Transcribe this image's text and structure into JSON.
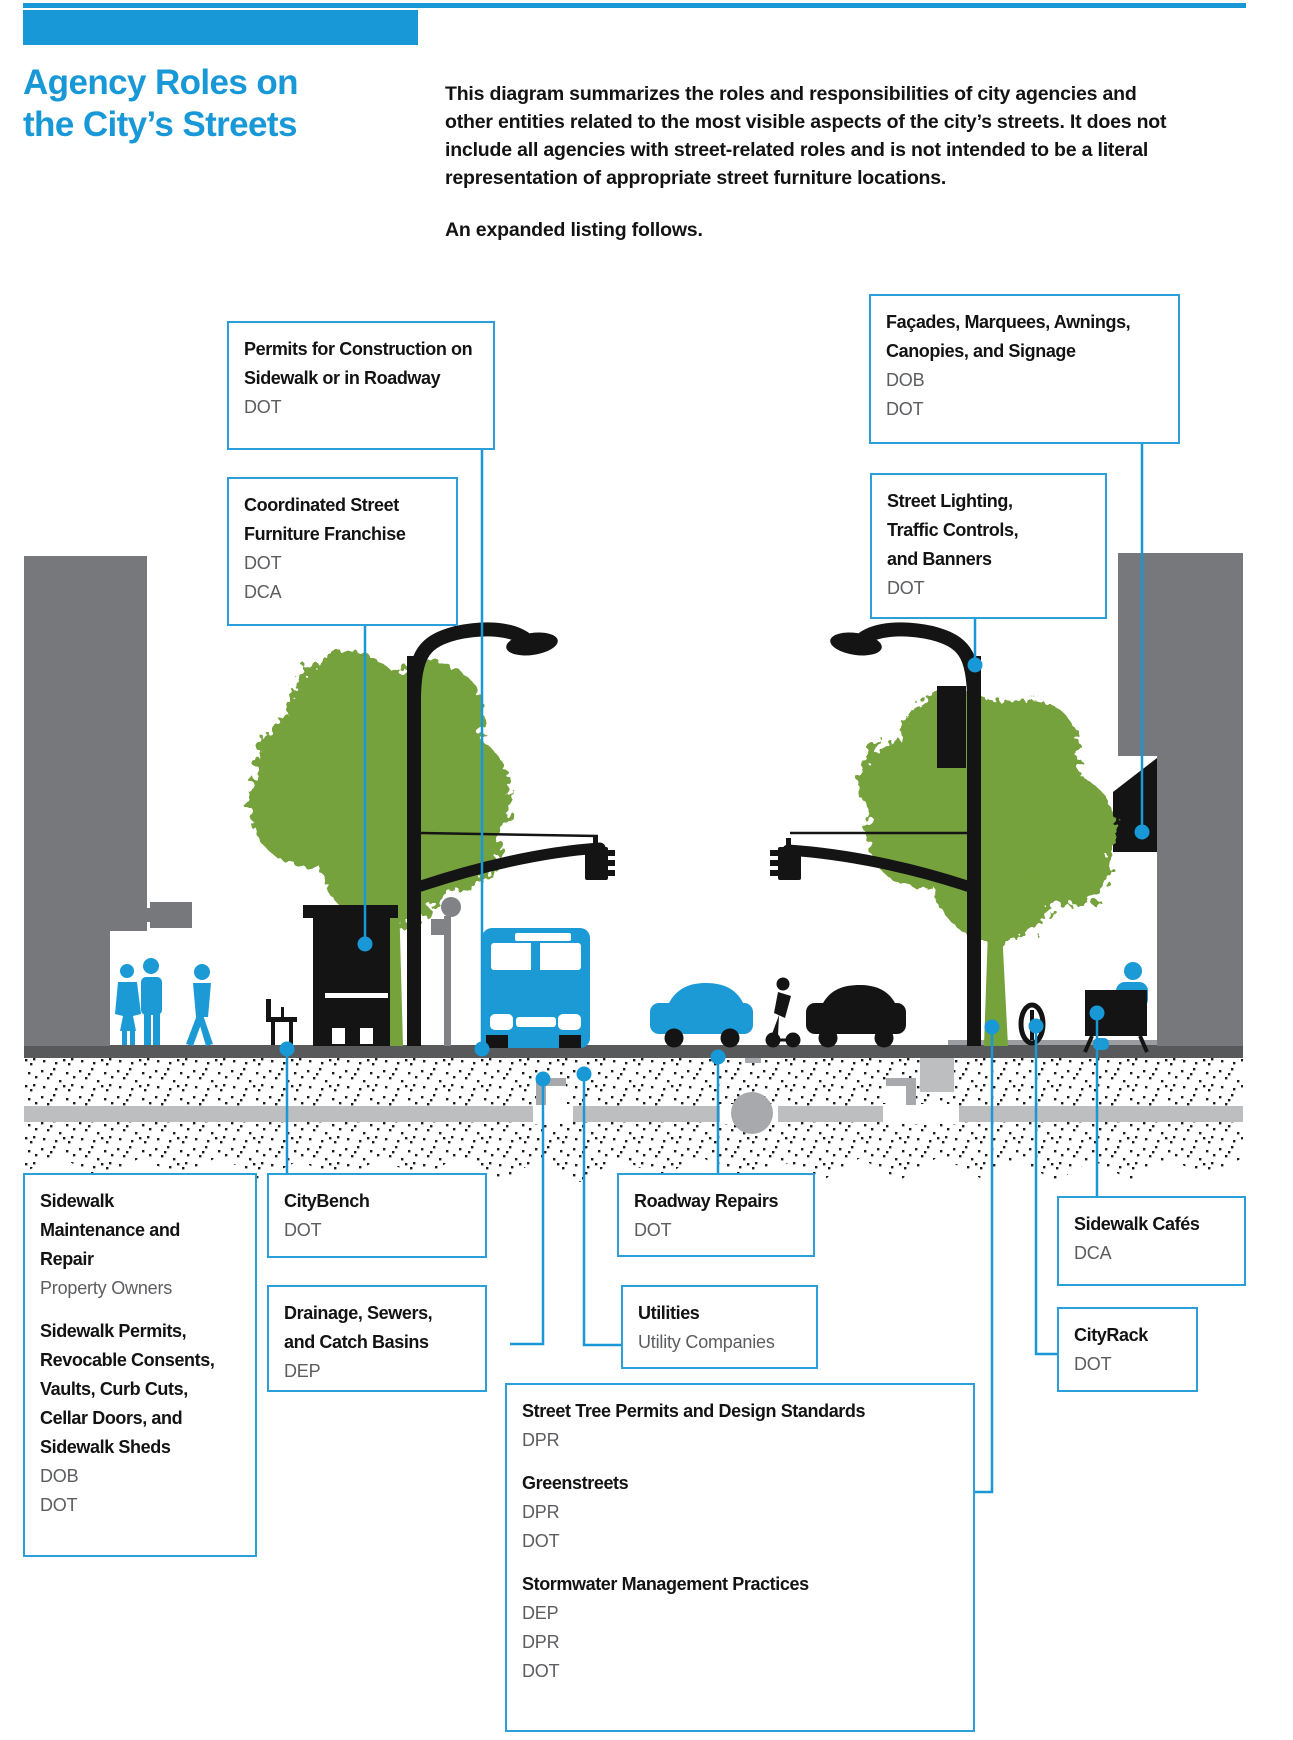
{
  "page": {
    "title_line1": "Agency Roles on",
    "title_line2": "the City’s Streets",
    "intro": "This diagram summarizes the roles and responsibilities of city agencies and other entities related to the most visible aspects of the city’s streets. It does not include all agencies with street-related roles and is not intended to be a literal representation of appropriate street furniture locations.",
    "note": "An expanded listing follows."
  },
  "colors": {
    "accent_blue": "#1898d6",
    "box_border_blue": "#2b9fd9",
    "tree_green": "#76a23c",
    "building_gray": "#77787b",
    "ground_gray": "#58595b",
    "pipe_gray": "#bcbec0",
    "underground_gray": "#a7a9ac",
    "sign_gray": "#808285",
    "ink_black": "#141414",
    "agency_gray": "#5c5d60"
  },
  "callouts": {
    "permits": {
      "sections": [
        {
          "title_lines": [
            "Permits for Construction on",
            "Sidewalk or in Roadway"
          ],
          "agencies": [
            "DOT"
          ]
        }
      ]
    },
    "coordinated": {
      "sections": [
        {
          "title_lines": [
            "Coordinated Street",
            "Furniture Franchise"
          ],
          "agencies": [
            "DOT",
            "DCA"
          ]
        }
      ]
    },
    "facades": {
      "sections": [
        {
          "title_lines": [
            "Façades, Marquees, Awnings,",
            "Canopies, and Signage"
          ],
          "agencies": [
            "DOB",
            "DOT"
          ]
        }
      ]
    },
    "lighting": {
      "sections": [
        {
          "title_lines": [
            "Street Lighting,",
            "Traffic Controls,",
            "and Banners"
          ],
          "agencies": [
            "DOT"
          ]
        }
      ]
    },
    "maintenance": {
      "sections": [
        {
          "title_lines": [
            "Sidewalk",
            "Maintenance and",
            "Repair"
          ],
          "agencies": [
            "Property Owners"
          ]
        },
        {
          "title_lines": [
            "Sidewalk Permits,",
            "Revocable Consents,",
            "Vaults, Curb Cuts,",
            "Cellar Doors, and",
            "Sidewalk Sheds"
          ],
          "agencies": [
            "DOB",
            "DOT"
          ]
        }
      ]
    },
    "citybench": {
      "sections": [
        {
          "title_lines": [
            "CityBench"
          ],
          "agencies": [
            "DOT"
          ]
        }
      ]
    },
    "drainage": {
      "sections": [
        {
          "title_lines": [
            "Drainage, Sewers,",
            "and Catch Basins"
          ],
          "agencies": [
            "DEP"
          ]
        }
      ]
    },
    "roadway": {
      "sections": [
        {
          "title_lines": [
            "Roadway Repairs"
          ],
          "agencies": [
            "DOT"
          ]
        }
      ]
    },
    "utilities": {
      "sections": [
        {
          "title_lines": [
            "Utilities"
          ],
          "agencies": [
            "Utility Companies"
          ]
        }
      ]
    },
    "streettree": {
      "sections": [
        {
          "title_lines": [
            "Street Tree Permits and Design Standards"
          ],
          "agencies": [
            "DPR"
          ]
        },
        {
          "title_lines": [
            "Greenstreets"
          ],
          "agencies": [
            "DPR",
            "DOT"
          ]
        },
        {
          "title_lines": [
            "Stormwater Management Practices"
          ],
          "agencies": [
            "DEP",
            "DPR",
            "DOT"
          ]
        }
      ]
    },
    "cafes": {
      "sections": [
        {
          "title_lines": [
            "Sidewalk Cafés"
          ],
          "agencies": [
            "DCA"
          ]
        }
      ]
    },
    "cityrack": {
      "sections": [
        {
          "title_lines": [
            "CityRack"
          ],
          "agencies": [
            "DOT"
          ]
        }
      ]
    }
  }
}
